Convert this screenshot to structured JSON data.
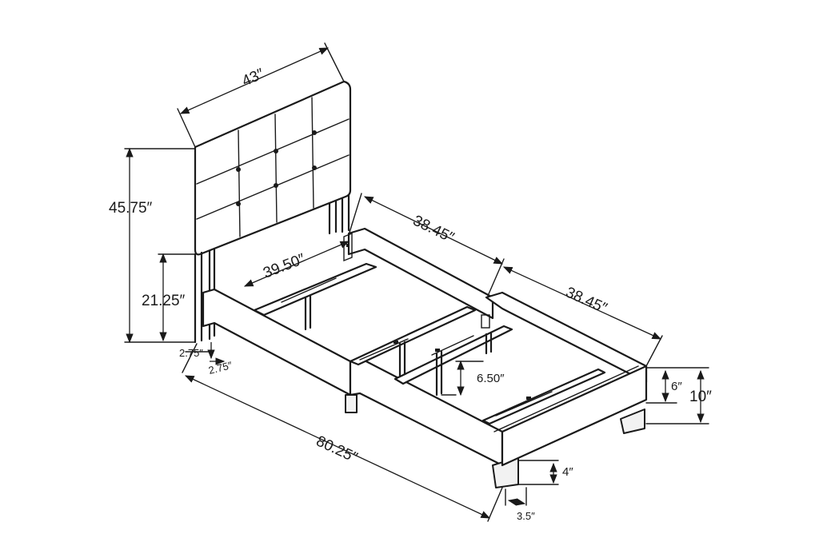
{
  "diagram": {
    "subject": "twin platform bed with tufted headboard",
    "labels": {
      "headboard_width": "43″",
      "overall_height": "45.75″",
      "headboard_leg_height": "21.25″",
      "rail_length_head": "38.45″",
      "rail_length_foot": "38.45″",
      "inner_width": "39.50″",
      "overall_length": "80.25″",
      "post_depth": "2.75″",
      "post_width": "2.75″",
      "slat_leg_height": "6.50″",
      "rail_height": "6″",
      "frame_height": "10″",
      "leg_height": "4″",
      "leg_width": "3.5″"
    }
  }
}
